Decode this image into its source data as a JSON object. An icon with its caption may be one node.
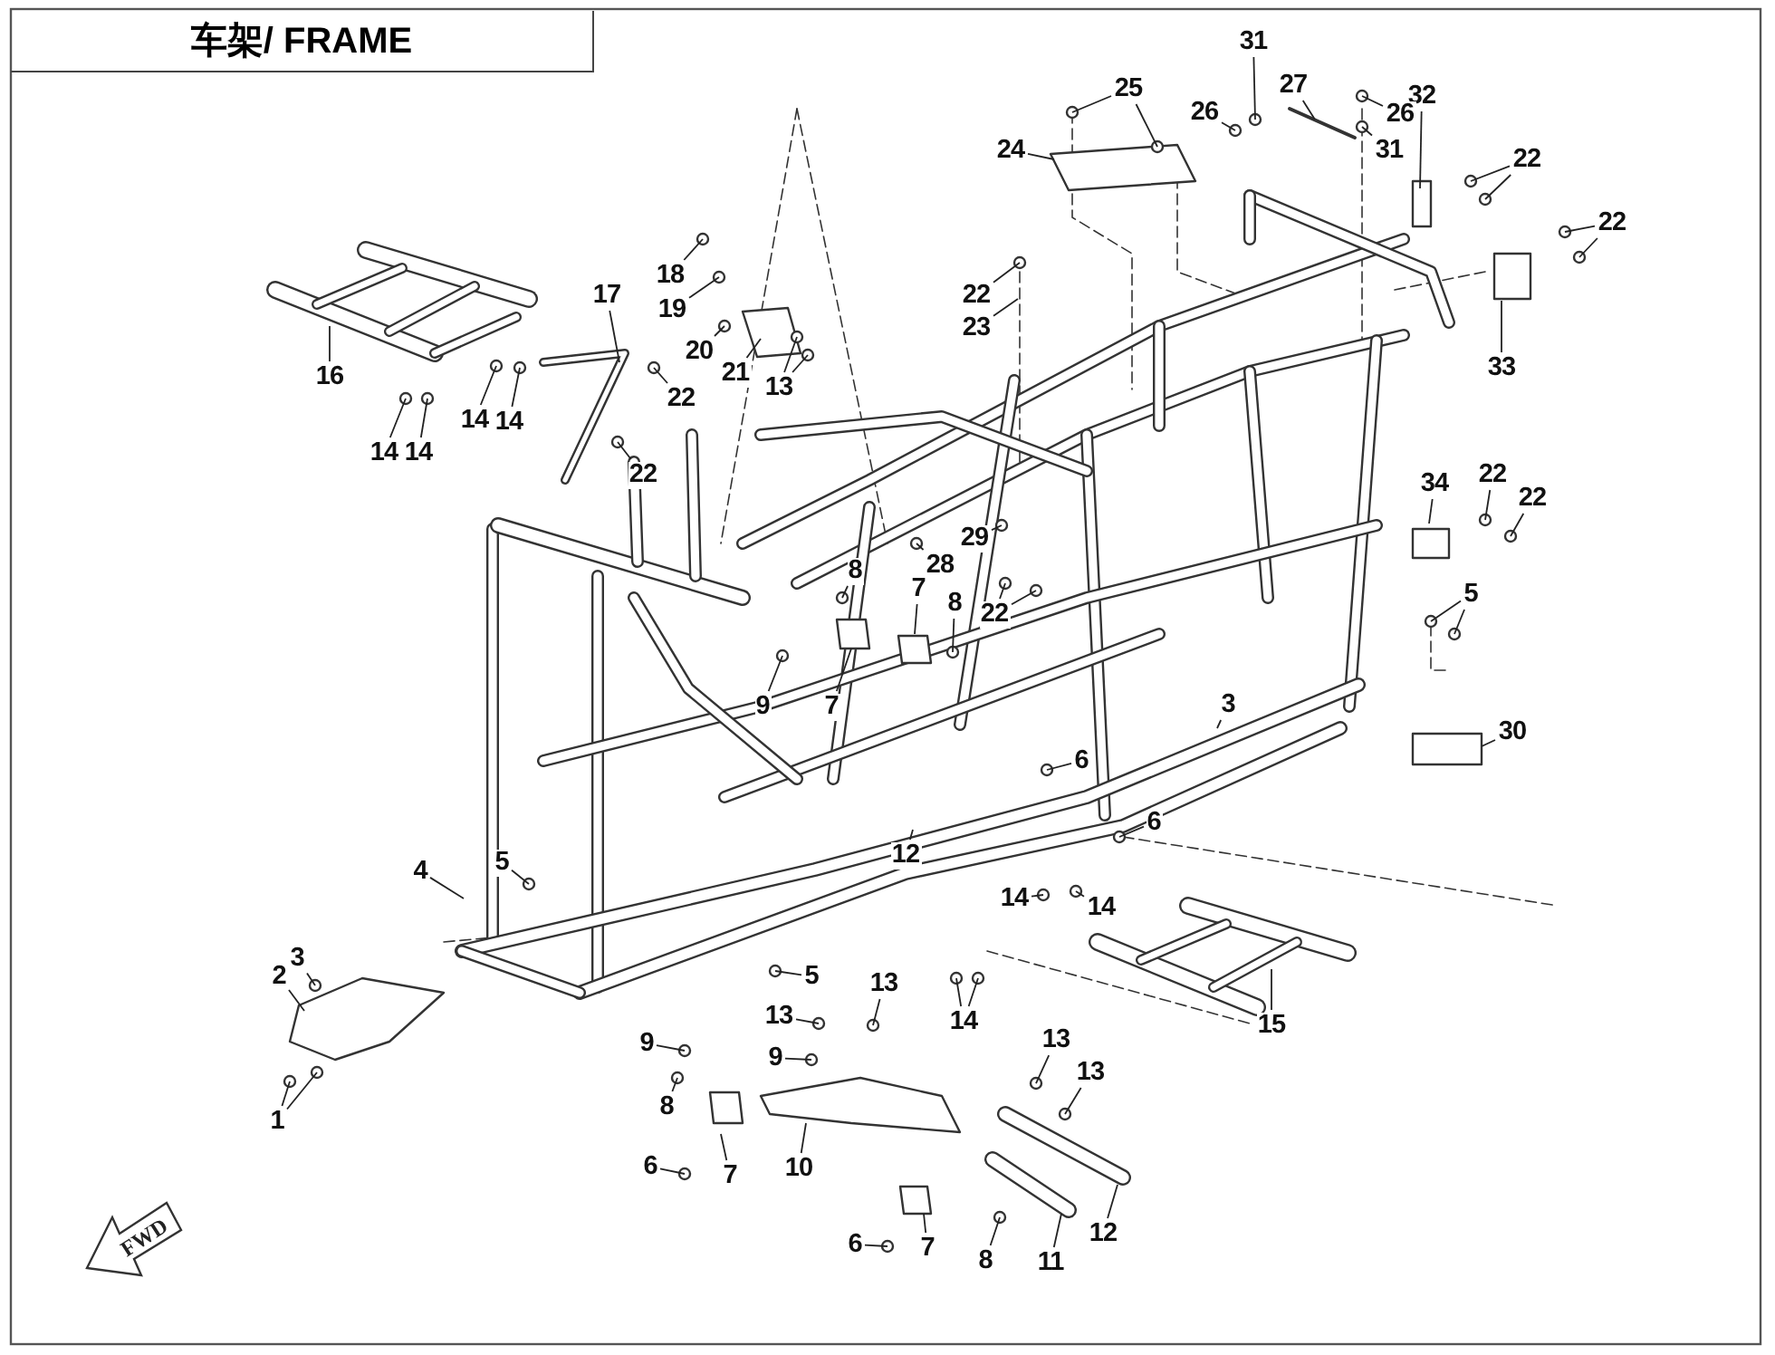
{
  "diagram": {
    "title": "车架/ FRAME",
    "nodes": [
      {
        "text": [
          "31"
        ]
      },
      {
        "text": [
          "25"
        ]
      },
      {
        "text": [
          "27"
        ]
      },
      {
        "text": [
          "32"
        ]
      },
      {
        "text": [
          "26"
        ]
      },
      {
        "text": [
          "26"
        ]
      },
      {
        "text": [
          "24"
        ]
      },
      {
        "text": [
          "31"
        ]
      },
      {
        "text": [
          "22"
        ]
      },
      {
        "text": [
          "22"
        ]
      },
      {
        "text": [
          "18"
        ]
      },
      {
        "text": [
          "22"
        ]
      },
      {
        "text": [
          "17"
        ]
      },
      {
        "text": [
          "19"
        ]
      },
      {
        "text": [
          "23"
        ]
      },
      {
        "text": [
          "20"
        ]
      },
      {
        "text": [
          "21"
        ]
      },
      {
        "text": [
          "33"
        ]
      },
      {
        "text": [
          "16"
        ]
      },
      {
        "text": [
          "13"
        ]
      },
      {
        "text": [
          "22"
        ]
      },
      {
        "text": [
          "14"
        ]
      },
      {
        "text": [
          "14"
        ]
      },
      {
        "text": [
          "14"
        ]
      },
      {
        "text": [
          "14"
        ]
      },
      {
        "text": [
          "22"
        ]
      },
      {
        "text": [
          "34"
        ]
      },
      {
        "text": [
          "22"
        ]
      },
      {
        "text": [
          "22"
        ]
      },
      {
        "text": [
          "29"
        ]
      },
      {
        "text": [
          "28"
        ]
      },
      {
        "text": [
          "8"
        ]
      },
      {
        "text": [
          "7"
        ]
      },
      {
        "text": [
          "8"
        ]
      },
      {
        "text": [
          "22"
        ]
      },
      {
        "text": [
          "5"
        ]
      },
      {
        "text": [
          "9"
        ]
      },
      {
        "text": [
          "7"
        ]
      },
      {
        "text": [
          "3"
        ]
      },
      {
        "text": [
          "30"
        ]
      },
      {
        "text": [
          "6"
        ]
      },
      {
        "text": [
          "6"
        ]
      },
      {
        "text": [
          "12"
        ]
      },
      {
        "text": [
          "5"
        ]
      },
      {
        "text": [
          "4"
        ]
      },
      {
        "text": [
          "14"
        ]
      },
      {
        "text": [
          "14"
        ]
      },
      {
        "text": [
          "3"
        ]
      },
      {
        "text": [
          "2"
        ]
      },
      {
        "text": [
          "5"
        ]
      },
      {
        "text": [
          "13"
        ]
      },
      {
        "text": [
          "13"
        ]
      },
      {
        "text": [
          "14"
        ]
      },
      {
        "text": [
          "15"
        ]
      },
      {
        "text": [
          "13"
        ]
      },
      {
        "text": [
          "9"
        ]
      },
      {
        "text": [
          "9"
        ]
      },
      {
        "text": [
          "13"
        ]
      },
      {
        "text": [
          "8"
        ]
      },
      {
        "text": [
          "1"
        ]
      },
      {
        "text": [
          "6"
        ]
      },
      {
        "text": [
          "7"
        ]
      },
      {
        "text": [
          "10"
        ]
      },
      {
        "text": [
          "12"
        ]
      },
      {
        "text": [
          "6"
        ]
      },
      {
        "text": [
          "7"
        ]
      },
      {
        "text": [
          "8"
        ]
      },
      {
        "text": [
          "11"
        ]
      }
    ],
    "edges": [
      {
        "from": 0,
        "to": null,
        "arrow": "none"
      },
      {
        "from": 1,
        "to": null,
        "arrow": "none"
      },
      {
        "from": 1,
        "to": null,
        "arrow": "none"
      },
      {
        "from": 2,
        "to": null,
        "arrow": "none"
      },
      {
        "from": 3,
        "to": null,
        "arrow": "none"
      },
      {
        "from": 4,
        "to": null,
        "arrow": "none"
      },
      {
        "from": 5,
        "to": null,
        "arrow": "none"
      },
      {
        "from": 6,
        "to": null,
        "arrow": "none"
      },
      {
        "from": 7,
        "to": null,
        "arrow": "none"
      },
      {
        "from": 8,
        "to": null,
        "arrow": "none"
      },
      {
        "from": 8,
        "to": null,
        "arrow": "none"
      },
      {
        "from": 9,
        "to": null,
        "arrow": "none"
      },
      {
        "from": 9,
        "to": null,
        "arrow": "none"
      },
      {
        "from": 10,
        "to": null,
        "arrow": "none"
      },
      {
        "from": 11,
        "to": null,
        "arrow": "none"
      },
      {
        "from": 12,
        "to": null,
        "arrow": "none"
      },
      {
        "from": 13,
        "to": null,
        "arrow": "none"
      },
      {
        "from": 14,
        "to": null,
        "arrow": "none"
      },
      {
        "from": 15,
        "to": null,
        "arrow": "none"
      },
      {
        "from": 16,
        "to": null,
        "arrow": "none"
      },
      {
        "from": 17,
        "to": null,
        "arrow": "none"
      },
      {
        "from": 18,
        "to": null,
        "arrow": "none"
      },
      {
        "from": 19,
        "to": null,
        "arrow": "none"
      },
      {
        "from": 19,
        "to": null,
        "arrow": "none"
      },
      {
        "from": 20,
        "to": null,
        "arrow": "none"
      },
      {
        "from": 21,
        "to": null,
        "arrow": "none"
      },
      {
        "from": 22,
        "to": null,
        "arrow": "none"
      },
      {
        "from": 23,
        "to": null,
        "arrow": "none"
      },
      {
        "from": 24,
        "to": null,
        "arrow": "none"
      },
      {
        "from": 25,
        "to": null,
        "arrow": "none"
      },
      {
        "from": 26,
        "to": null,
        "arrow": "none"
      },
      {
        "from": 27,
        "to": null,
        "arrow": "none"
      },
      {
        "from": 28,
        "to": null,
        "arrow": "none"
      },
      {
        "from": 29,
        "to": null,
        "arrow": "none"
      },
      {
        "from": 30,
        "to": null,
        "arrow": "none"
      },
      {
        "from": 31,
        "to": null,
        "arrow": "none"
      },
      {
        "from": 32,
        "to": null,
        "arrow": "none"
      },
      {
        "from": 33,
        "to": null,
        "arrow": "none"
      },
      {
        "from": 34,
        "to": null,
        "arrow": "none"
      },
      {
        "from": 34,
        "to": null,
        "arrow": "none"
      },
      {
        "from": 35,
        "to": null,
        "arrow": "none"
      },
      {
        "from": 35,
        "to": null,
        "arrow": "none"
      },
      {
        "from": 36,
        "to": null,
        "arrow": "none"
      },
      {
        "from": 37,
        "to": null,
        "arrow": "none"
      },
      {
        "from": 38,
        "to": null,
        "arrow": "none"
      },
      {
        "from": 39,
        "to": null,
        "arrow": "none"
      },
      {
        "from": 40,
        "to": null,
        "arrow": "none"
      },
      {
        "from": 41,
        "to": null,
        "arrow": "none"
      },
      {
        "from": 42,
        "to": null,
        "arrow": "none"
      },
      {
        "from": 43,
        "to": null,
        "arrow": "none"
      },
      {
        "from": 44,
        "to": null,
        "arrow": "none"
      },
      {
        "from": 45,
        "to": null,
        "arrow": "none"
      },
      {
        "from": 46,
        "to": null,
        "arrow": "none"
      },
      {
        "from": 47,
        "to": null,
        "arrow": "none"
      },
      {
        "from": 48,
        "to": null,
        "arrow": "none"
      },
      {
        "from": 49,
        "to": null,
        "arrow": "none"
      },
      {
        "from": 50,
        "to": null,
        "arrow": "none"
      },
      {
        "from": 51,
        "to": null,
        "arrow": "none"
      },
      {
        "from": 52,
        "to": null,
        "arrow": "none"
      },
      {
        "from": 52,
        "to": null,
        "arrow": "none"
      },
      {
        "from": 53,
        "to": null,
        "arrow": "none"
      },
      {
        "from": 54,
        "to": null,
        "arrow": "none"
      },
      {
        "from": 55,
        "to": null,
        "arrow": "none"
      },
      {
        "from": 56,
        "to": null,
        "arrow": "none"
      },
      {
        "from": 57,
        "to": null,
        "arrow": "none"
      },
      {
        "from": 58,
        "to": null,
        "arrow": "none"
      },
      {
        "from": 59,
        "to": null,
        "arrow": "none"
      },
      {
        "from": 59,
        "to": null,
        "arrow": "none"
      },
      {
        "from": 60,
        "to": null,
        "arrow": "none"
      },
      {
        "from": 61,
        "to": null,
        "arrow": "none"
      },
      {
        "from": 62,
        "to": null,
        "arrow": "none"
      },
      {
        "from": 63,
        "to": null,
        "arrow": "none"
      },
      {
        "from": 64,
        "to": null,
        "arrow": "none"
      },
      {
        "from": 65,
        "to": null,
        "arrow": "none"
      },
      {
        "from": 66,
        "to": null,
        "arrow": "none"
      },
      {
        "from": 67,
        "to": null,
        "arrow": "none"
      }
    ],
    "labels": [
      "FWD"
    ]
  }
}
